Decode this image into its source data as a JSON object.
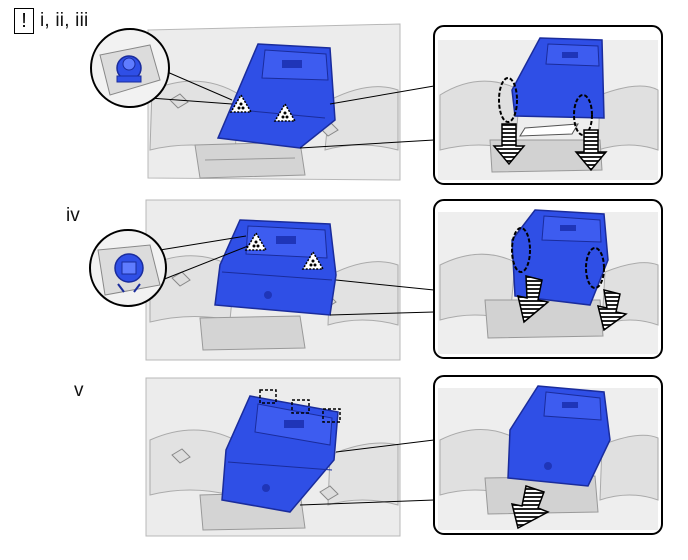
{
  "steps": [
    {
      "id": "i-ii-iii",
      "label": "i, ii, iii",
      "warning_icon": "exclamation-box-icon",
      "warning_symbol": "!"
    },
    {
      "id": "iv",
      "label": "iv"
    },
    {
      "id": "v",
      "label": "v"
    }
  ],
  "colors": {
    "part_blue": "#2f4fe6",
    "part_blue_dark": "#1f35b8",
    "trim_gray": "#d8d8d8",
    "line": "#222222"
  }
}
